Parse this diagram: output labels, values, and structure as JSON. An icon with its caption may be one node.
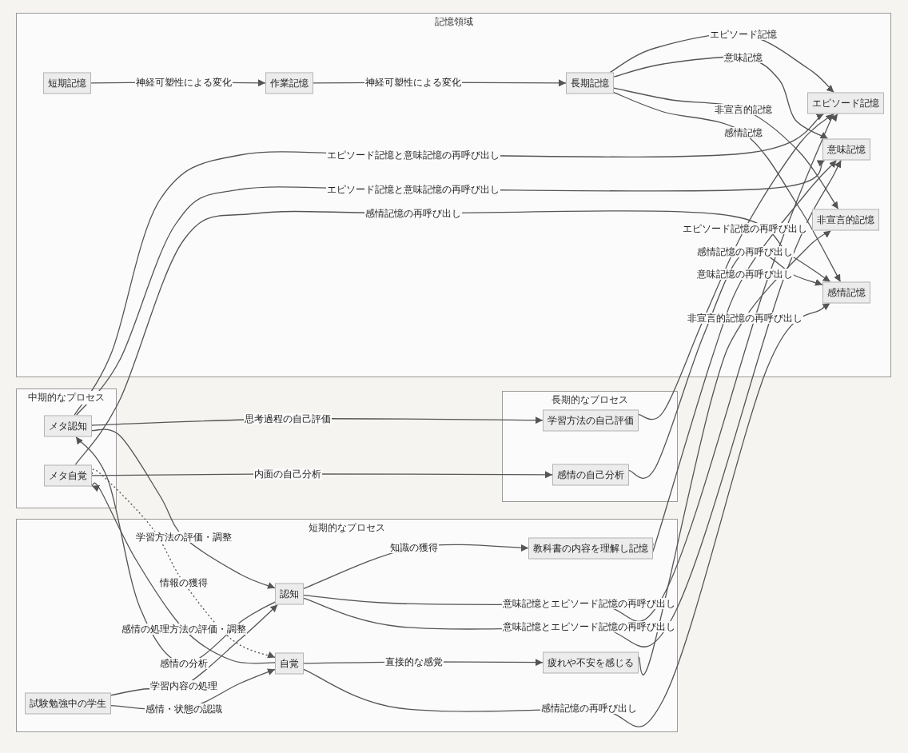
{
  "diagram": {
    "nodes": [
      {
        "text": [
          "記憶領域"
        ]
      },
      {
        "text": [
          "短期記憶"
        ],
        "in": 0
      },
      {
        "text": [
          "作業記憶"
        ],
        "in": 0
      },
      {
        "text": [
          "長期記憶"
        ],
        "in": 0
      },
      {
        "text": [
          "エピソード記憶"
        ],
        "in": 0
      },
      {
        "text": [
          "意味記憶"
        ],
        "in": 0
      },
      {
        "text": [
          "非宣言的記憶"
        ],
        "in": 0
      },
      {
        "text": [
          "感情記憶"
        ],
        "in": 0
      },
      {
        "text": [
          "中期的なプロセス"
        ]
      },
      {
        "text": [
          "メタ認知"
        ],
        "in": 8
      },
      {
        "text": [
          "メタ自覚"
        ],
        "in": 8
      },
      {
        "text": [
          "長期的なプロセス"
        ]
      },
      {
        "text": [
          "学習方法の自己評価"
        ],
        "in": 11
      },
      {
        "text": [
          "感情の自己分析"
        ],
        "in": 11
      },
      {
        "text": [
          "短期的なプロセス"
        ]
      },
      {
        "text": [
          "認知"
        ],
        "in": 14
      },
      {
        "text": [
          "自覚"
        ],
        "in": 14
      },
      {
        "text": [
          "試験勉強中の学生"
        ],
        "in": 14
      },
      {
        "text": [
          "教科書の内容を理解し記憶"
        ],
        "in": 14
      },
      {
        "text": [
          "疲れや不安を感じる"
        ],
        "in": 14
      }
    ],
    "edges": [
      {
        "from": 1,
        "to": 2,
        "arrow": "to",
        "label": "神経可塑性による変化"
      },
      {
        "from": 2,
        "to": 3,
        "arrow": "to",
        "label": "神経可塑性による変化"
      },
      {
        "from": 3,
        "to": 4,
        "arrow": "to",
        "label": "エピソード記憶"
      },
      {
        "from": 3,
        "to": 5,
        "arrow": "to",
        "label": "意味記憶"
      },
      {
        "from": 3,
        "to": 6,
        "arrow": "to",
        "label": "非宣言的記憶"
      },
      {
        "from": 3,
        "to": 7,
        "arrow": "to",
        "label": "感情記憶"
      },
      {
        "from": 9,
        "to": 4,
        "arrow": "to",
        "label": "エピソード記憶と意味記憶の再呼び出し"
      },
      {
        "from": 9,
        "to": 5,
        "arrow": "to",
        "label": "エピソード記憶と意味記憶の再呼び出し"
      },
      {
        "from": 10,
        "to": 7,
        "arrow": "to",
        "label": "感情記憶の再呼び出し"
      },
      {
        "from": 9,
        "to": 12,
        "arrow": "to",
        "label": "思考過程の自己評価"
      },
      {
        "from": 10,
        "to": 13,
        "arrow": "to",
        "label": "内面の自己分析"
      },
      {
        "from": 12,
        "to": 4,
        "arrow": "to",
        "label": "エピソード記憶の再呼び出し"
      },
      {
        "from": 13,
        "to": 7,
        "arrow": "to",
        "label": "感情記憶の再呼び出し"
      },
      {
        "from": 18,
        "to": 5,
        "arrow": "to",
        "label": "意味記憶の再呼び出し"
      },
      {
        "from": 19,
        "to": 6,
        "arrow": "to",
        "label": "非宣言的記憶の再呼び出し"
      },
      {
        "from": 15,
        "to": 4,
        "arrow": "to",
        "label": "意味記憶とエピソード記憶の再呼び出し"
      },
      {
        "from": 15,
        "to": 5,
        "arrow": "to",
        "label": "意味記憶とエピソード記憶の再呼び出し"
      },
      {
        "from": 16,
        "to": 7,
        "arrow": "to",
        "label": "感情記憶の再呼び出し"
      },
      {
        "from": 17,
        "to": 15,
        "arrow": "to",
        "label": "学習内容の処理"
      },
      {
        "from": 17,
        "to": 16,
        "arrow": "to",
        "label": "感情・状態の認識"
      },
      {
        "from": 15,
        "to": 18,
        "arrow": "to",
        "label": "知識の獲得"
      },
      {
        "from": 16,
        "to": 19,
        "arrow": "to",
        "label": "直接的な感覚"
      },
      {
        "from": 9,
        "to": 15,
        "arrow": "to",
        "label": "学習方法の評価・調整"
      },
      {
        "from": 10,
        "to": 16,
        "arrow": "to",
        "label": "情報の獲得",
        "style": "dashed"
      },
      {
        "from": 16,
        "to": 10,
        "arrow": "to",
        "label": "感情の処理方法の評価・調整"
      },
      {
        "from": 15,
        "to": 9,
        "arrow": "to",
        "label": "感情の分析"
      }
    ]
  }
}
